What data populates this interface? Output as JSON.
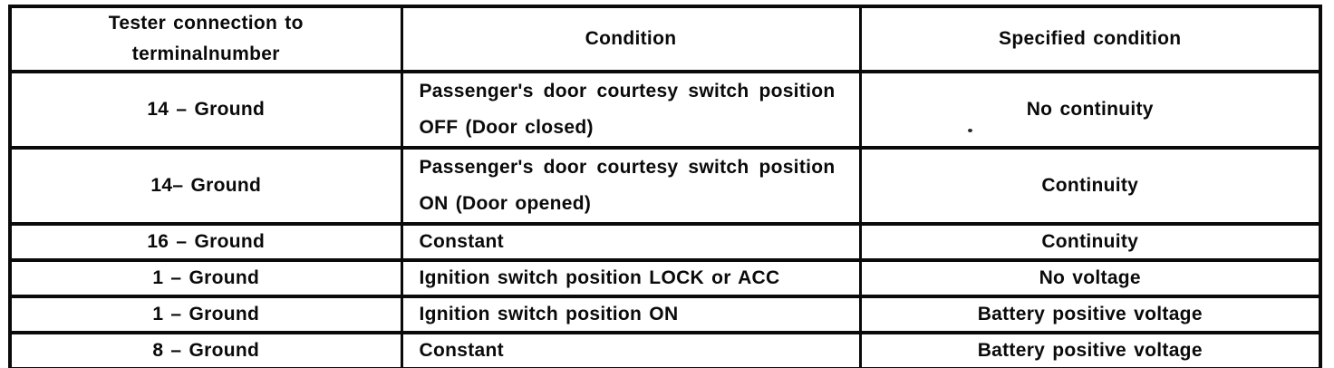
{
  "table": {
    "header": {
      "col1_line1": "Tester connection to",
      "col1_line2": "terminalnumber",
      "col2": "Condition",
      "col3": "Specified condition"
    },
    "rows": [
      {
        "terminal": "14 – Ground",
        "condition_lines": [
          "Passenger's door courtesy switch position",
          "OFF (Door closed)"
        ],
        "specified": "No continuity"
      },
      {
        "terminal": "14– Ground",
        "condition_lines": [
          "Passenger's door courtesy switch position",
          "ON (Door opened)"
        ],
        "specified": "Continuity"
      },
      {
        "terminal": "16 – Ground",
        "condition": "Constant",
        "specified": "Continuity"
      },
      {
        "terminal": "1 – Ground",
        "condition": "Ignition switch position LOCK or ACC",
        "specified": "No voltage"
      },
      {
        "terminal": "1 – Ground",
        "condition": "Ignition switch position ON",
        "specified": "Battery positive voltage"
      },
      {
        "terminal": "8 – Ground",
        "condition": "Constant",
        "specified": "Battery positive voltage"
      }
    ],
    "colors": {
      "border": "#0a0a0a",
      "text": "#0a0a0a",
      "background": "#ffffff"
    }
  }
}
